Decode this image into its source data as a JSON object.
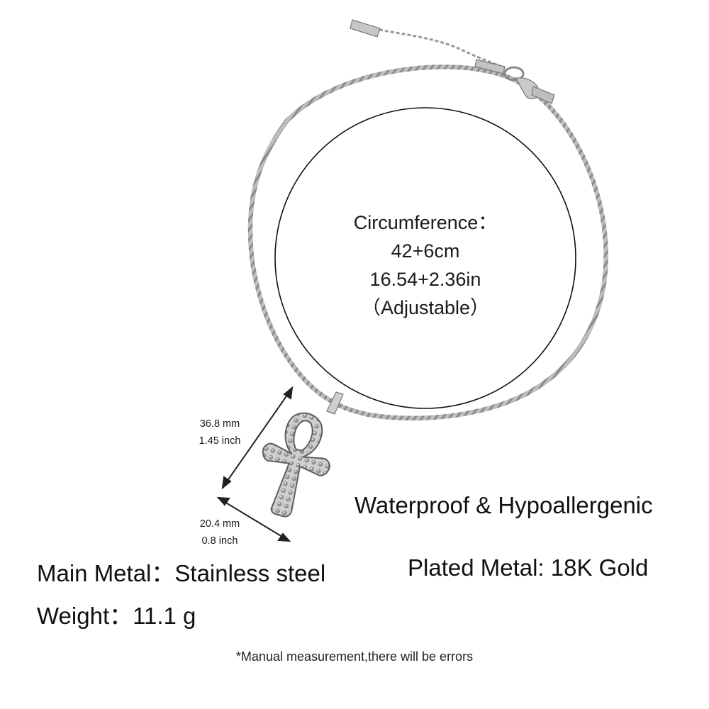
{
  "circumference": {
    "label": "Circumference：",
    "cm": "42+6cm",
    "inch": "16.54+2.36in",
    "note": "（Adjustable）"
  },
  "dimensions": {
    "length_mm": "36.8 mm",
    "length_inch": "1.45 inch",
    "width_mm": "20.4 mm",
    "width_inch": "0.8 inch"
  },
  "features": {
    "waterproof": "Waterproof & Hypoallergenic",
    "main_metal": "Main Metal：Stainless steel",
    "plated_metal": "Plated Metal: 18K Gold",
    "weight": "Weight：11.1 g"
  },
  "footnote": "*Manual measurement,there will be errors",
  "colors": {
    "chain": "#a9a9a9",
    "chain_dark": "#6f6f6f",
    "circle_line": "#111111",
    "background": "#ffffff"
  },
  "icons": [
    "ankh-pendant",
    "rope-chain",
    "lobster-clasp",
    "double-arrow"
  ]
}
